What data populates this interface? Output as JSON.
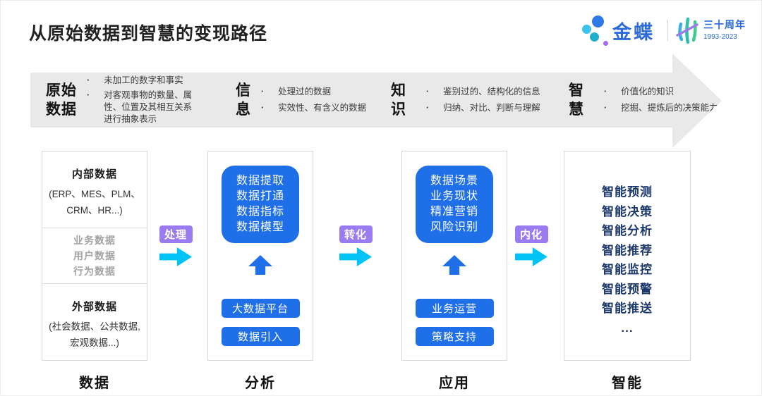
{
  "title": "从原始数据到智慧的变现路径",
  "logo": {
    "brand": "金蝶",
    "anniversary": "三十周年",
    "years": "1993-2023"
  },
  "banner": {
    "stages": [
      {
        "line1": "原始",
        "line2": "数据",
        "bullets": [
          "未加工的数字和事实",
          "对客观事物的数量、属性、位置及其相互关系进行抽象表示"
        ]
      },
      {
        "line1": "信",
        "line2": "息",
        "bullets": [
          "处理过的数据",
          "实效性、有含义的数据"
        ]
      },
      {
        "line1": "知",
        "line2": "识",
        "bullets": [
          "鉴别过的、结构化的信息",
          "归纳、对比、判断与理解"
        ]
      },
      {
        "line1": "智",
        "line2": "慧",
        "bullets": [
          "价值化的知识",
          "挖掘、提炼后的决策能力"
        ]
      }
    ]
  },
  "flow": {
    "connectors": [
      {
        "label": "处理"
      },
      {
        "label": "转化"
      },
      {
        "label": "内化"
      }
    ],
    "columns": [
      {
        "label": "数据",
        "internal": {
          "title": "内部数据",
          "desc": "(ERP、MES、PLM、CRM、HR...)"
        },
        "middle_items": [
          "业务数据",
          "用户数据",
          "行为数据"
        ],
        "external": {
          "title": "外部数据",
          "desc": "(社会数据、公共数据, 宏观数据...)"
        }
      },
      {
        "label": "分析",
        "main_items": [
          "数据提取",
          "数据打通",
          "数据指标",
          "数据模型"
        ],
        "buttons": [
          "大数据平台",
          "数据引入"
        ]
      },
      {
        "label": "应用",
        "main_items": [
          "数据场景",
          "业务现状",
          "精准营销",
          "风险识别"
        ],
        "buttons": [
          "业务运营",
          "策略支持"
        ]
      },
      {
        "label": "智能",
        "items": [
          "智能预测",
          "智能决策",
          "智能分析",
          "智能推荐",
          "智能监控",
          "智能预警",
          "智能推送",
          "..."
        ]
      }
    ]
  },
  "colors": {
    "accent_blue": "#1F6FE8",
    "navy_text": "#1E3A6D",
    "purple_badge": "#9B7BF0",
    "cyan_arrow": "#00C3F5",
    "banner_gray": "#E9E9E9",
    "brand_blue": "#2C6BD9"
  }
}
